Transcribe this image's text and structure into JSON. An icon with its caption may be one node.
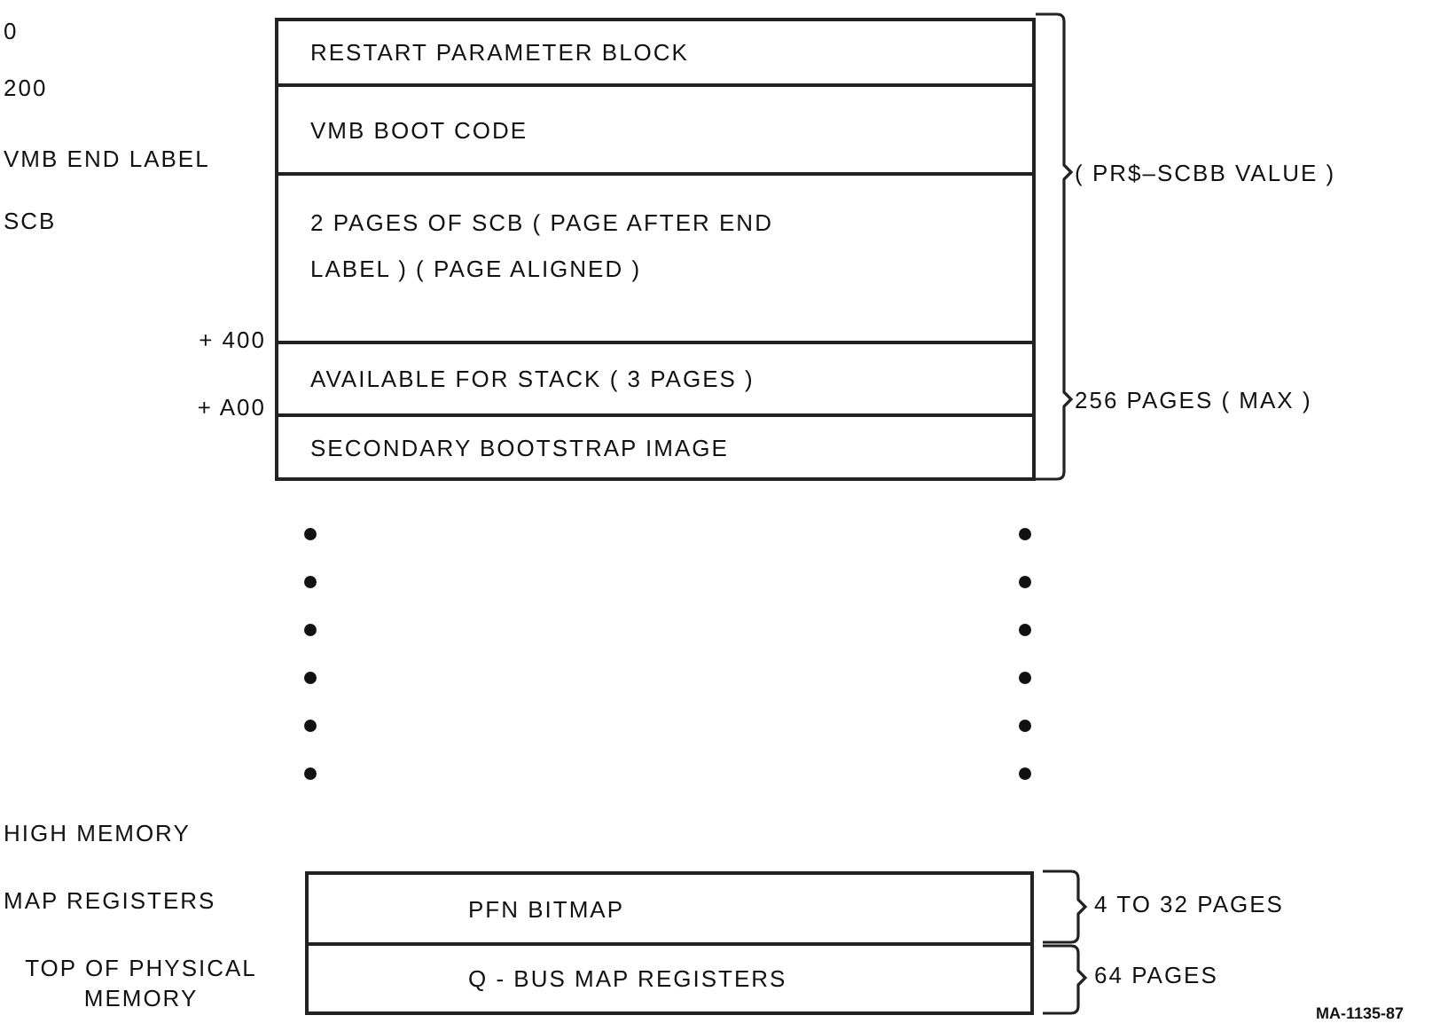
{
  "diagram": {
    "nodes": [
      {
        "text": [
          "RESTART PARAMETER BLOCK"
        ]
      },
      {
        "text": [
          "VMB BOOT CODE"
        ]
      },
      {
        "text": [
          "2 PAGES OF SCB ( PAGE AFTER END LABEL ) ( PAGE ALIGNED )"
        ]
      },
      {
        "text": [
          "AVAILABLE FOR STACK ( 3 PAGES )"
        ]
      },
      {
        "text": [
          "SECONDARY BOOTSTRAP IMAGE"
        ]
      },
      {
        "text": [
          "PFN BITMAP"
        ]
      },
      {
        "text": [
          "Q - BUS MAP REGISTERS"
        ]
      }
    ],
    "edges": [],
    "labels": [
      "0",
      "200",
      "VMB END LABEL",
      "SCB",
      "( PR$–SCBB VALUE )",
      "+ 400",
      "256 PAGES ( MAX )",
      "+ A00",
      "HIGH MEMORY",
      "MAP REGISTERS",
      "4 TO 32 PAGES",
      "64 PAGES",
      "TOP OF PHYSICAL MEMORY",
      "MA-1135-87"
    ]
  }
}
